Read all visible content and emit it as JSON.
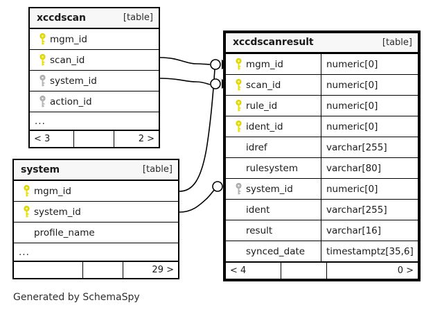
{
  "diagram": {
    "caption": "Generated by SchemaSpy",
    "table_tag": "[table]",
    "ellipsis": "...",
    "colors": {
      "primary_key": "#e8e000",
      "foreign_key": "#b5b5b5",
      "border": "#000000",
      "header_bg": "#f7f7f7",
      "background": "#ffffff"
    }
  },
  "tables": {
    "xccdscan": {
      "name": "xccdscan",
      "tag": "[table]",
      "emphasis": false,
      "columns": [
        {
          "name": "mgm_id",
          "key": "primary-key-icon",
          "type": ""
        },
        {
          "name": "scan_id",
          "key": "primary-key-icon",
          "type": ""
        },
        {
          "name": "system_id",
          "key": "foreign-key-icon",
          "type": ""
        },
        {
          "name": "action_id",
          "key": "foreign-key-icon",
          "type": ""
        }
      ],
      "more_indicator": "...",
      "footer": {
        "left": "< 3",
        "middle": "",
        "right": "2 >"
      }
    },
    "system": {
      "name": "system",
      "tag": "[table]",
      "emphasis": false,
      "columns": [
        {
          "name": "mgm_id",
          "key": "primary-key-icon",
          "type": ""
        },
        {
          "name": "system_id",
          "key": "primary-key-icon",
          "type": ""
        },
        {
          "name": "profile_name",
          "key": "none",
          "type": ""
        }
      ],
      "more_indicator": "...",
      "footer": {
        "left": "",
        "middle": "",
        "right": "29 >"
      }
    },
    "xccdscanresult": {
      "name": "xccdscanresult",
      "tag": "[table]",
      "emphasis": true,
      "columns": [
        {
          "name": "mgm_id",
          "key": "primary-key-icon",
          "type": "numeric[0]"
        },
        {
          "name": "scan_id",
          "key": "primary-key-icon",
          "type": "numeric[0]"
        },
        {
          "name": "rule_id",
          "key": "primary-key-icon",
          "type": "numeric[0]"
        },
        {
          "name": "ident_id",
          "key": "primary-key-icon",
          "type": "numeric[0]"
        },
        {
          "name": "idref",
          "key": "none",
          "type": "varchar[255]"
        },
        {
          "name": "rulesystem",
          "key": "none",
          "type": "varchar[80]"
        },
        {
          "name": "system_id",
          "key": "foreign-key-icon",
          "type": "numeric[0]"
        },
        {
          "name": "ident",
          "key": "none",
          "type": "varchar[255]"
        },
        {
          "name": "result",
          "key": "none",
          "type": "varchar[16]"
        },
        {
          "name": "synced_date",
          "key": "none",
          "type": "timestamptz[35,6]"
        }
      ],
      "more_indicator": "",
      "footer": {
        "left": "< 4",
        "middle": "",
        "right": "0 >"
      }
    }
  },
  "relationships": [
    {
      "from": "xccdscan.mgm_id",
      "to": "xccdscanresult.mgm_id",
      "notation": "zero-or-many"
    },
    {
      "from": "xccdscan.scan_id",
      "to": "xccdscanresult.scan_id",
      "notation": "zero-or-many"
    },
    {
      "from": "system.mgm_id",
      "to": "xccdscanresult.mgm_id",
      "notation": "zero-or-many"
    },
    {
      "from": "system.system_id",
      "to": "xccdscanresult.system_id",
      "notation": "zero-or-many"
    }
  ]
}
